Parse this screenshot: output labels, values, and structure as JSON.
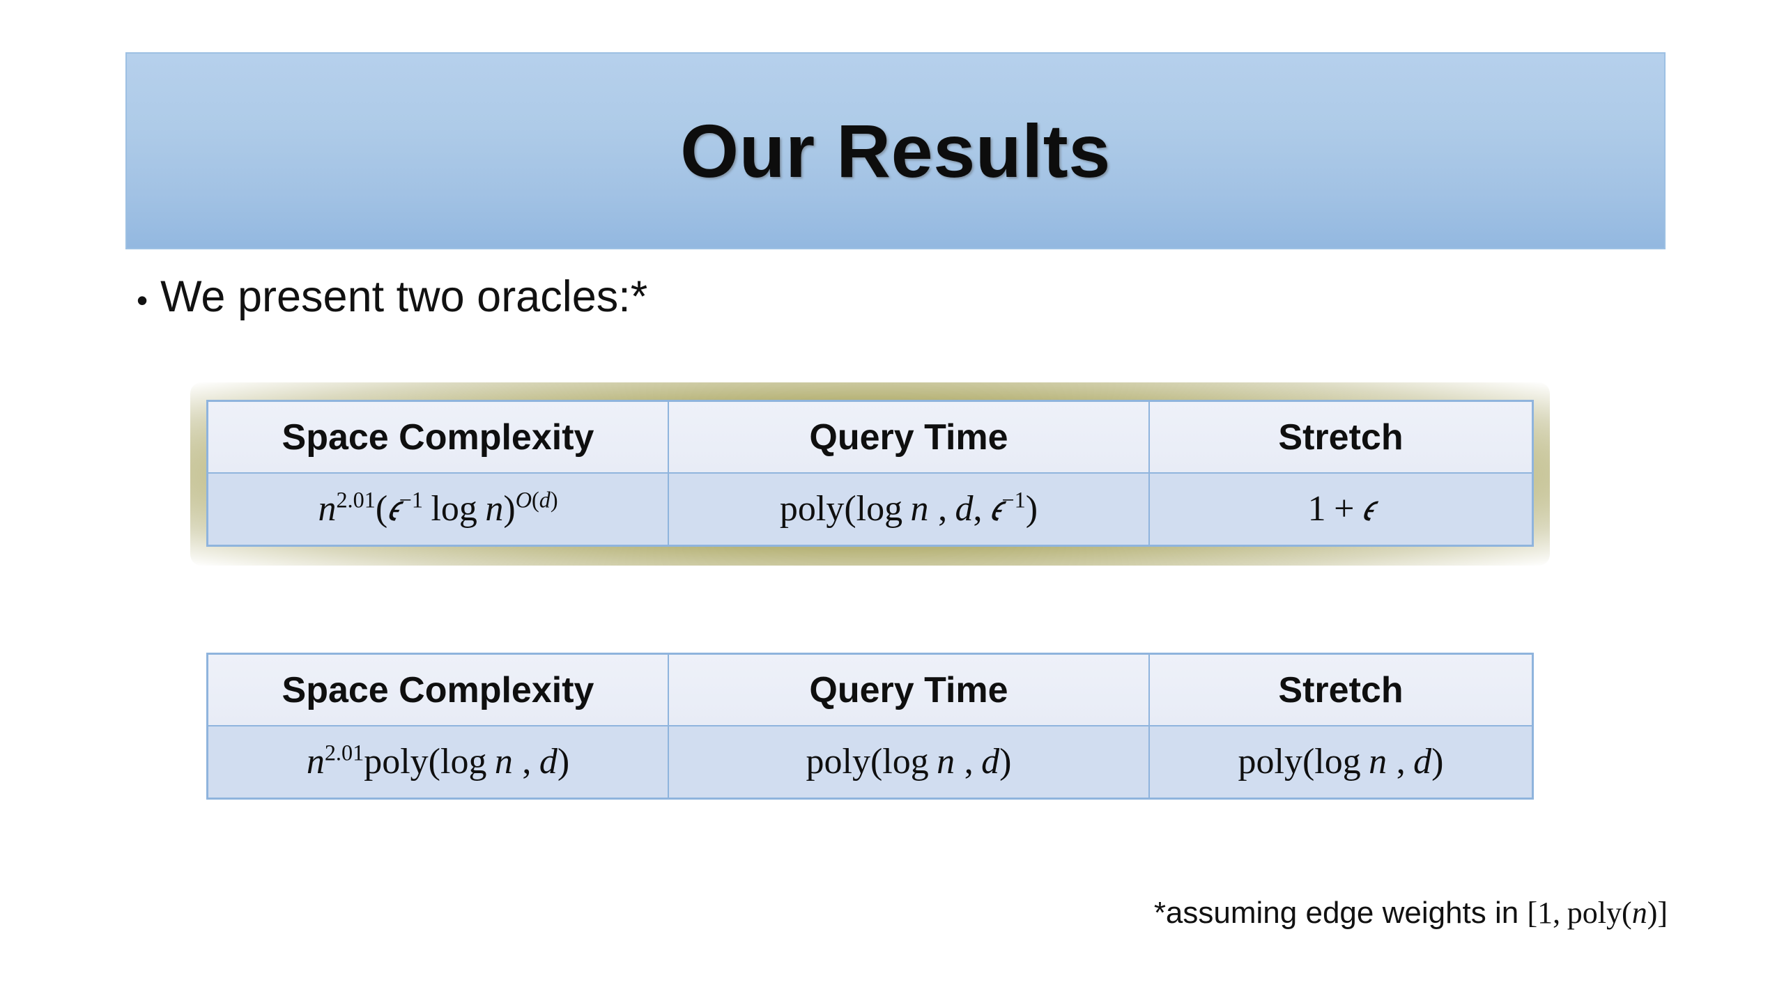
{
  "slide": {
    "title": "Our Results",
    "bullet_marker": "•",
    "bullet_text": "We present two oracles:*",
    "footnote_prefix": "*assuming edge weights in ",
    "footnote_math_plain": "[1, poly(n)]",
    "footnote_full": "*assuming edge weights in [1, poly(n)]"
  },
  "colors": {
    "banner_top": "#b6d0ec",
    "banner_bottom": "#93b8e0",
    "banner_border": "#9dc0e3",
    "table_border": "#8fb4dd",
    "header_fill": "#eef1f9",
    "body_fill": "#d1ddf0",
    "glow": "#b2ae6e",
    "text": "#0f0f0f",
    "page_background": "#ffffff"
  },
  "tables": [
    {
      "name": "oracle-one",
      "highlighted": true,
      "glow_color": "#b2ae6e",
      "headers": [
        "Space Complexity",
        "Query Time",
        "Stretch"
      ],
      "rows": [
        {
          "space_complexity_plain": "n^2.01 (ε^-1 log n)^O(d)",
          "query_time_plain": "poly(log n, d, ε^-1)",
          "stretch_plain": "1 + ε"
        }
      ]
    },
    {
      "name": "oracle-two",
      "highlighted": false,
      "glow_color": null,
      "headers": [
        "Space Complexity",
        "Query Time",
        "Stretch"
      ],
      "rows": [
        {
          "space_complexity_plain": "n^2.01 poly(log n, d)",
          "query_time_plain": "poly(log n, d)",
          "stretch_plain": "poly(log n, d)"
        }
      ]
    }
  ]
}
